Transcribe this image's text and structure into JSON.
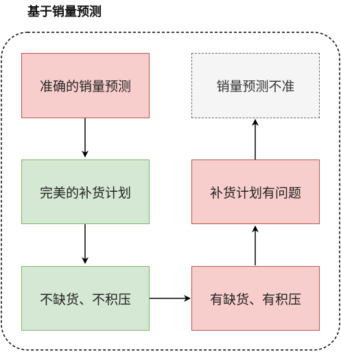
{
  "title": "基于销量预测",
  "nodes": {
    "accurate_forecast": {
      "label": "准确的销量预测",
      "style": "red"
    },
    "perfect_plan": {
      "label": "完美的补货计划",
      "style": "green"
    },
    "no_shortage_no_overstock": {
      "label": "不缺货、不积压",
      "style": "green"
    },
    "shortage_and_overstock": {
      "label": "有缺货、有积压",
      "style": "red"
    },
    "plan_has_problems": {
      "label": "补货计划有问题",
      "style": "red"
    },
    "inaccurate_forecast": {
      "label": "销量预测不准",
      "style": "grey"
    }
  },
  "edges": [
    {
      "from": "accurate_forecast",
      "to": "perfect_plan"
    },
    {
      "from": "perfect_plan",
      "to": "no_shortage_no_overstock"
    },
    {
      "from": "no_shortage_no_overstock",
      "to": "shortage_and_overstock"
    },
    {
      "from": "shortage_and_overstock",
      "to": "plan_has_problems"
    },
    {
      "from": "plan_has_problems",
      "to": "inaccurate_forecast"
    }
  ],
  "colors": {
    "red_fill": "#f8cecc",
    "red_stroke": "#b85450",
    "green_fill": "#d5e8d4",
    "green_stroke": "#82b366",
    "grey_fill": "#f5f5f5",
    "grey_stroke": "#666666",
    "arrow": "#000000"
  }
}
